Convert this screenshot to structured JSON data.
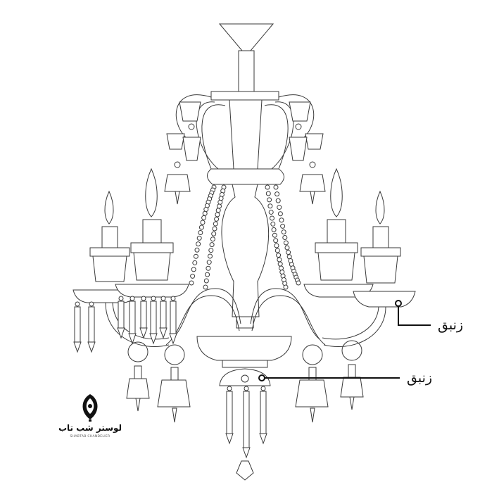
{
  "callouts": [
    {
      "label": "زنبق"
    },
    {
      "label": "زنبق"
    }
  ],
  "logo": {
    "brand_fa": "لوستر شب تاب",
    "brand_en": "SHABTAB CHANDELIER"
  },
  "colors": {
    "line": "#3a3a3a",
    "callout": "#111111",
    "background": "#ffffff"
  }
}
